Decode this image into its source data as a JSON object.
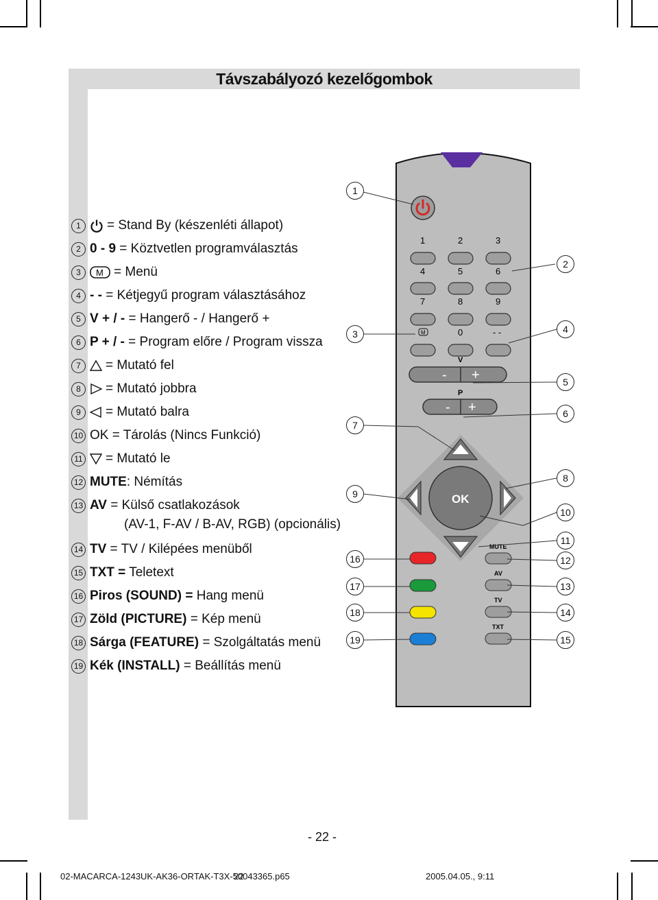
{
  "title": "Távszabályozó kezelőgombok",
  "legend": [
    {
      "n": "1",
      "sym": "power-icon",
      "bold": "",
      "text": "= Stand By (készenléti állapot)"
    },
    {
      "n": "2",
      "sym": "",
      "bold": "0 - 9",
      "text": " = Köztvetlen programválasztás"
    },
    {
      "n": "3",
      "sym": "menu-m-icon",
      "bold": "",
      "text": "= Menü"
    },
    {
      "n": "4",
      "sym": "",
      "bold": "- -",
      "text": " = Kétjegyű program választásához"
    },
    {
      "n": "5",
      "sym": "",
      "bold": "V + / -",
      "text": " = Hangerő - / Hangerő +"
    },
    {
      "n": "6",
      "sym": "",
      "bold": "P + / -",
      "text": " = Program előre / Program vissza"
    },
    {
      "n": "7",
      "sym": "triangle-up-icon",
      "bold": "",
      "text": "= Mutató fel"
    },
    {
      "n": "8",
      "sym": "triangle-right-icon",
      "bold": "",
      "text": "= Mutató jobbra"
    },
    {
      "n": "9",
      "sym": "triangle-left-icon",
      "bold": "",
      "text": "= Mutató balra"
    },
    {
      "n": "10",
      "sym": "",
      "bold": "",
      "text": "OK = Tárolás (Nincs Funkció)"
    },
    {
      "n": "11",
      "sym": "triangle-down-icon",
      "bold": "",
      "text": "= Mutató le"
    },
    {
      "n": "12",
      "sym": "",
      "bold": "MUTE",
      "text": ": Némítás"
    },
    {
      "n": "13",
      "sym": "",
      "bold": "AV",
      "text": " = Külső csatlakozások"
    },
    {
      "n": "14",
      "sym": "",
      "bold": "TV",
      "text": " = TV / Kilépées menüből"
    },
    {
      "n": "15",
      "sym": "",
      "bold": "TXT =",
      "text": " Teletext"
    },
    {
      "n": "16",
      "sym": "",
      "bold": "Piros (SOUND) =",
      "text": " Hang menü"
    },
    {
      "n": "17",
      "sym": "",
      "bold": "Zöld (PICTURE)",
      "text": " = Kép menü"
    },
    {
      "n": "18",
      "sym": "",
      "bold": "Sárga (FEATURE)",
      "text": " = Szolgáltatás menü"
    },
    {
      "n": "19",
      "sym": "",
      "bold": "Kék (INSTALL)",
      "text": " = Beállítás menü"
    }
  ],
  "av_continuation": "(AV-1, F-AV / B-AV, RGB) (opcionális)",
  "remote": {
    "digits": [
      "1",
      "2",
      "3",
      "4",
      "5",
      "6",
      "7",
      "8",
      "9",
      "0"
    ],
    "menu_key": "M",
    "dash_key": "- -",
    "v_label": "V",
    "p_label": "P",
    "minus": "-",
    "plus": "+",
    "ok_label": "OK",
    "mute_label": "MUTE",
    "av_label": "AV",
    "tv_label": "TV",
    "txt_label": "TXT"
  },
  "callouts_left": [
    "1",
    "3",
    "7",
    "9",
    "16",
    "17",
    "18",
    "19"
  ],
  "callouts_right": [
    "2",
    "4",
    "5",
    "6",
    "8",
    "10",
    "11",
    "12",
    "13",
    "14",
    "15"
  ],
  "colors": {
    "red": "#e8262a",
    "green": "#1a9a3a",
    "yellow": "#f4e400",
    "blue": "#1b7fd6",
    "body": "#bdbdbd",
    "power": "#d42a2a",
    "ir": "#5a2fa0"
  },
  "page_number": "- 22 -",
  "footer_left": "02-MACARCA-1243UK-AK36-ORTAK-T3X-50043365.p65",
  "footer_mid": "22",
  "footer_right": "2005.04.05., 9:11"
}
